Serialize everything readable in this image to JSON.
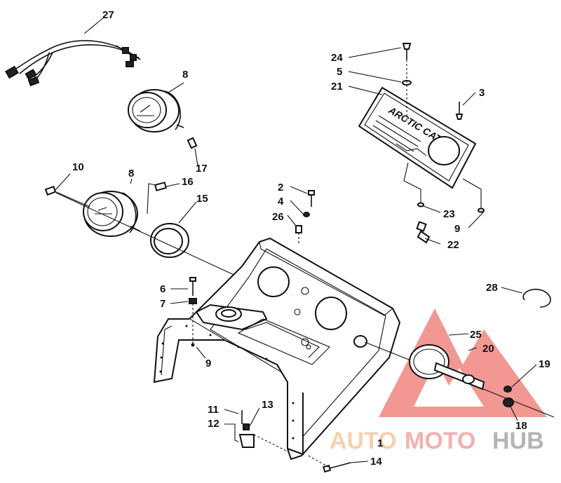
{
  "labels": {
    "l1": "1",
    "l2": "2",
    "l3": "3",
    "l4": "4",
    "l5": "5",
    "l6": "6",
    "l7": "7",
    "l8a": "8",
    "l8b": "8",
    "l9a": "9",
    "l9b": "9",
    "l10": "10",
    "l11": "11",
    "l12": "12",
    "l13": "13",
    "l14": "14",
    "l15": "15",
    "l16": "16",
    "l17": "17",
    "l18": "18",
    "l19": "19",
    "l20": "20",
    "l21": "21",
    "l22": "22",
    "l23": "23",
    "l24": "24",
    "l25": "25",
    "l26": "26",
    "l27": "27",
    "l28": "28"
  },
  "plate": {
    "brand": "ARCTIC CAT"
  },
  "watermark": {
    "part1": "AUTO",
    "part2": "MOTO",
    "part3": "HUB"
  },
  "colors": {
    "watermark_red": "#e0402a",
    "watermark_orange": "#f0b070",
    "watermark_gray": "#999999"
  }
}
